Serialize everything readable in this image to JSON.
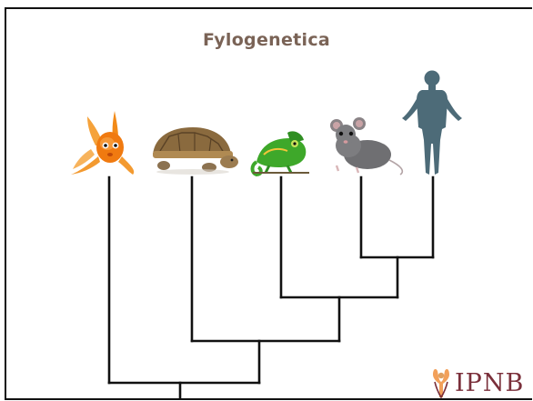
{
  "slide": {
    "title": "Fylogenetica"
  },
  "organisms": [
    {
      "name": "goldfish"
    },
    {
      "name": "tortoise"
    },
    {
      "name": "chameleon"
    },
    {
      "name": "mouse"
    },
    {
      "name": "human"
    }
  ],
  "logo": {
    "text": "IPNB",
    "color": "#7a2f3a",
    "icon": "figure-icon"
  },
  "colors": {
    "title": "#7a6356",
    "tree_lines": "#111111",
    "goldfish": "#f07a10",
    "tortoise": "#8a6a3e",
    "chameleon": "#3ea82a",
    "mouse": "#6f6f72",
    "human": "#4d6b78"
  }
}
